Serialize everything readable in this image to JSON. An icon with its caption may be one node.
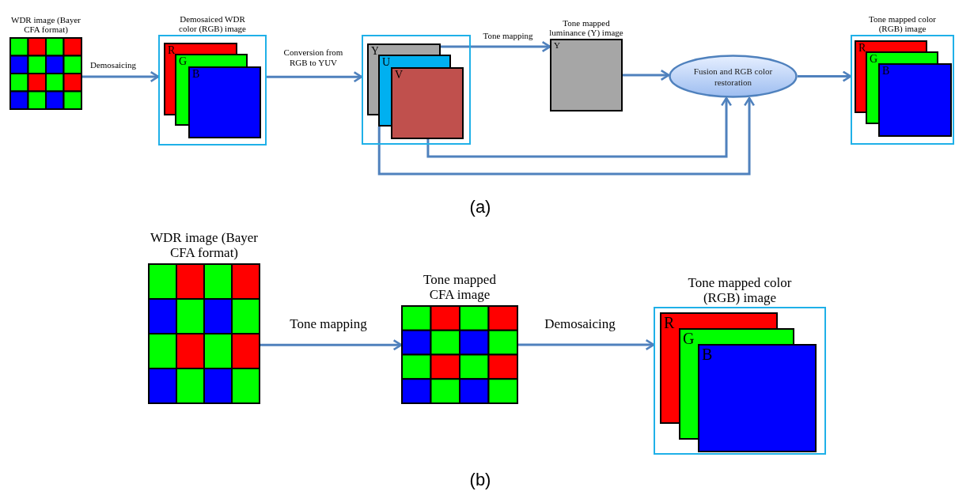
{
  "diagram": {
    "nodes": [
      {
        "text": [
          "WDR image (Bayer CFA format)"
        ]
      },
      {
        "text": [
          "Demosaiced WDR color (RGB) image"
        ]
      },
      {
        "text": [
          "R"
        ],
        "in": 1
      },
      {
        "text": [
          "G"
        ],
        "in": 1
      },
      {
        "text": [
          "B"
        ],
        "in": 1
      },
      {
        "text": [],
        "shape": "box"
      },
      {
        "text": [
          "Y"
        ],
        "in": 5
      },
      {
        "text": [
          "U"
        ],
        "in": 5
      },
      {
        "text": [
          "V"
        ],
        "in": 5
      },
      {
        "text": [
          "Tone mapped luminance (Y) image",
          "Y"
        ]
      },
      {
        "text": [
          "Fusion and RGB color restoration"
        ]
      },
      {
        "text": [
          "Tone mapped color (RGB) image"
        ]
      },
      {
        "text": [
          "R"
        ],
        "in": 11
      },
      {
        "text": [
          "G"
        ],
        "in": 11
      },
      {
        "text": [
          "B"
        ],
        "in": 11
      },
      {
        "text": [
          "WDR image (Bayer CFA format)"
        ]
      },
      {
        "text": [
          "Tone mapped CFA image"
        ]
      },
      {
        "text": [
          "Tone mapped color (RGB) image"
        ]
      },
      {
        "text": [
          "R"
        ],
        "in": 17
      },
      {
        "text": [
          "G"
        ],
        "in": 17
      },
      {
        "text": [
          "B"
        ],
        "in": 17
      }
    ],
    "edges": [
      {
        "from": 0,
        "to": 1,
        "arrow": "to",
        "label": "Demosaicing"
      },
      {
        "from": 1,
        "to": 5,
        "arrow": "to",
        "label": "Conversion from RGB to YUV"
      },
      {
        "from": 6,
        "to": 9,
        "arrow": "to",
        "label": "Tone mapping"
      },
      {
        "from": 9,
        "to": 10,
        "arrow": "to"
      },
      {
        "from": 8,
        "to": 10,
        "arrow": "to"
      },
      {
        "from": 7,
        "to": 10,
        "arrow": "to"
      },
      {
        "from": 10,
        "to": 11,
        "arrow": "to"
      },
      {
        "from": 15,
        "to": 16,
        "arrow": "to",
        "label": "Tone mapping"
      },
      {
        "from": 16,
        "to": 17,
        "arrow": "to",
        "label": "Demosaicing"
      }
    ],
    "labels": [
      "(a)",
      "(b)"
    ]
  }
}
